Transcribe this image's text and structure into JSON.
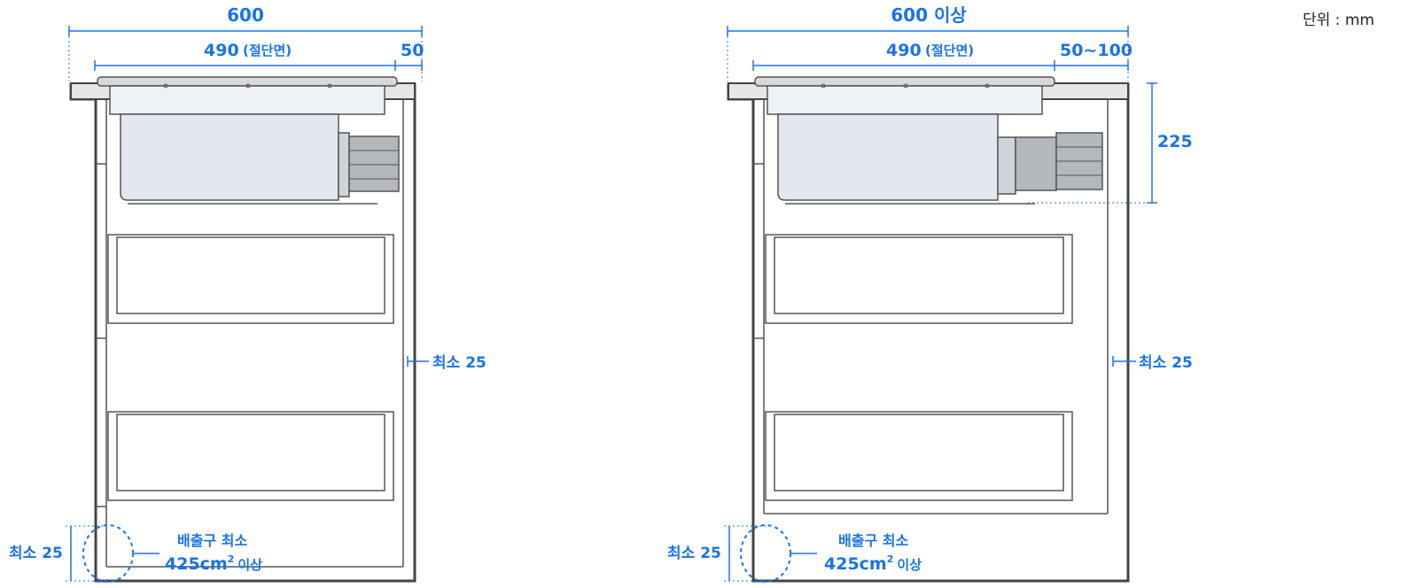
{
  "unit_label": "단위 : mm",
  "accent_color": "#1a73e8",
  "diagrams": [
    {
      "total_width": "600",
      "cut_width": "490",
      "cut_label": "(절단면)",
      "side_gap": "50",
      "side_clearance": "최소 25",
      "bottom_clearance": "최소 25",
      "vent_line1": "배출구 최소",
      "vent_value": "425cm",
      "vent_sup": "2",
      "vent_suffix": "이상"
    },
    {
      "total_width": "600 이상",
      "cut_width": "490",
      "cut_label": "(절단면)",
      "side_gap": "50~100",
      "height": "225",
      "side_clearance": "최소 25",
      "bottom_clearance": "최소 25",
      "vent_line1": "배출구 최소",
      "vent_value": "425cm",
      "vent_sup": "2",
      "vent_suffix": "이상"
    }
  ]
}
